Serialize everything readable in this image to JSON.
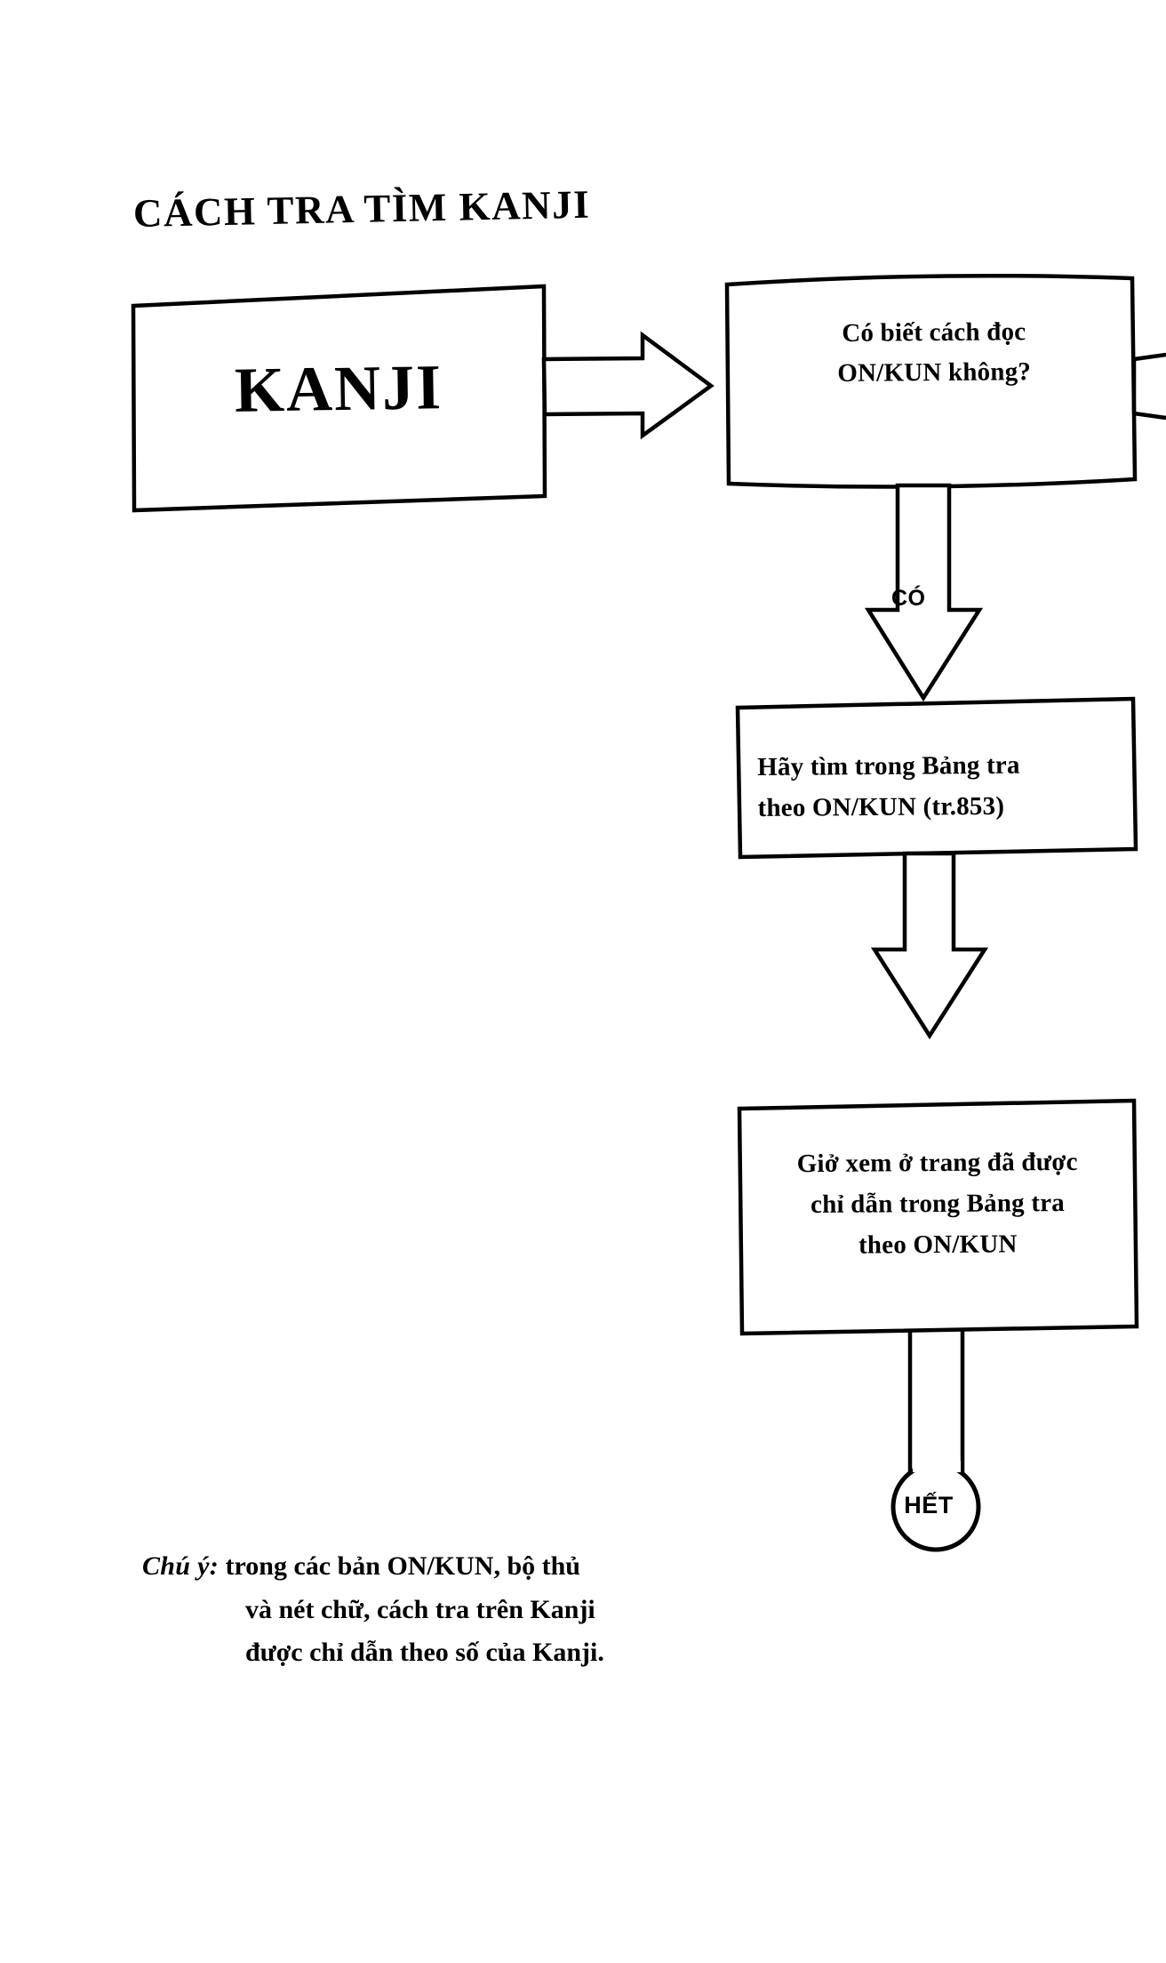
{
  "document": {
    "title": "CÁCH TRA TÌM KANJI",
    "language": "vi"
  },
  "diagram": {
    "type": "flowchart",
    "orientation": "left-to-right then top-to-bottom",
    "nodes": [
      {
        "id": "start",
        "shape": "rectangle",
        "label": "KANJI",
        "role": "start"
      },
      {
        "id": "decision",
        "shape": "rectangle",
        "label_lines": [
          "Có biết cách đọc",
          "ON/KUN không?"
        ],
        "role": "decision"
      },
      {
        "id": "process-1",
        "shape": "rectangle",
        "label_lines": [
          "Hãy tìm trong Bảng tra",
          "theo ON/KUN (tr.853)"
        ],
        "role": "process"
      },
      {
        "id": "process-2",
        "shape": "rectangle",
        "label_lines": [
          "Giở xem ở trang đã được",
          "chỉ dẫn trong Bảng tra",
          "theo ON/KUN"
        ],
        "role": "process"
      },
      {
        "id": "end",
        "shape": "circle",
        "label": "HẾT",
        "role": "terminator"
      }
    ],
    "edges": [
      {
        "id": "edge-start-decision",
        "from": "start",
        "to": "decision",
        "style": "block-arrow-right",
        "label": ""
      },
      {
        "id": "edge-decision-process1",
        "from": "decision",
        "to": "process-1",
        "style": "block-arrow-down",
        "label": "CÓ"
      },
      {
        "id": "edge-process1-process2",
        "from": "process-1",
        "to": "process-2",
        "style": "block-arrow-down",
        "label": ""
      },
      {
        "id": "edge-process2-end",
        "from": "process-2",
        "to": "end",
        "style": "double-line",
        "label": ""
      },
      {
        "id": "edge-decision-offpage",
        "from": "decision",
        "to": "off-page-right",
        "style": "block-arrow-right-cropped",
        "label": ""
      }
    ]
  },
  "footnote": {
    "lead": "Chú ý:",
    "lines": [
      "trong các bản ON/KUN, bộ thủ",
      "và nét chữ, cách tra trên Kanji",
      "được chỉ dẫn theo số của Kanji."
    ]
  },
  "colors": {
    "ink": "#000000",
    "paper": "#ffffff"
  }
}
